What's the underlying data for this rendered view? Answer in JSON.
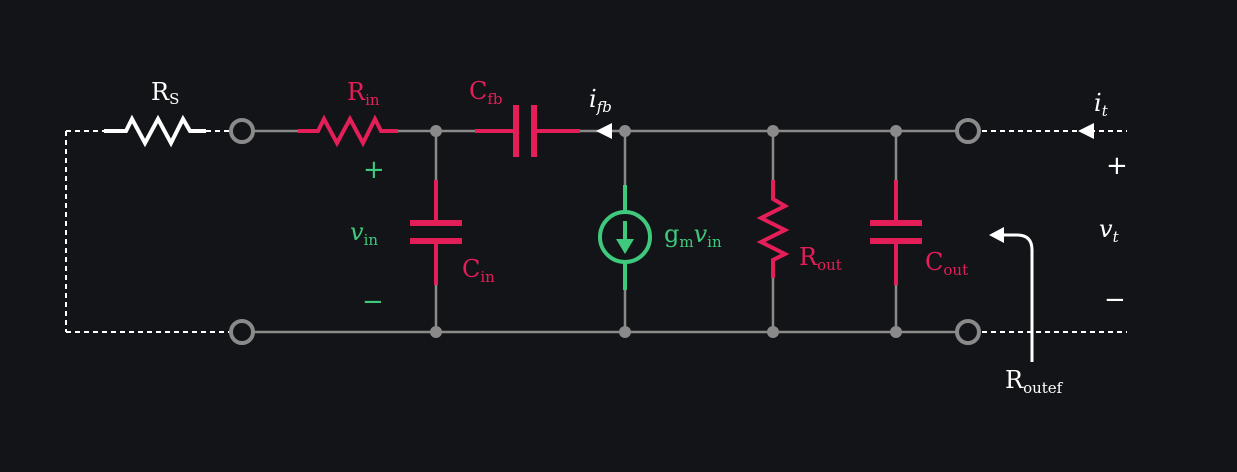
{
  "colors": {
    "background": "#131418",
    "wire": "#8a8a8a",
    "red": "#e31e58",
    "green": "#3ec97c",
    "white": "#ffffff"
  },
  "labels": {
    "rs": {
      "main": "R",
      "sub": "S"
    },
    "rin": {
      "main": "R",
      "sub": "in"
    },
    "cfb": {
      "main": "C",
      "sub": "fb"
    },
    "ifb": {
      "main": "i",
      "sub": "fb"
    },
    "it": {
      "main": "i",
      "sub": "t"
    },
    "vin": {
      "main": "v",
      "sub": "in"
    },
    "vin_plus": "+",
    "vin_minus": "−",
    "cin": {
      "main": "C",
      "sub": "in"
    },
    "gm": {
      "g": "g",
      "gsub": "m",
      "v": "v",
      "vsub": "in"
    },
    "rout": {
      "main": "R",
      "sub": "out"
    },
    "cout": {
      "main": "C",
      "sub": "out"
    },
    "vt": {
      "main": "v",
      "sub": "t"
    },
    "vt_plus": "+",
    "vt_minus": "−",
    "routef": {
      "main": "R",
      "sub": "outef"
    }
  },
  "icons": {
    "current_source": "dependent-current-source-icon",
    "port_terminal": "open-circle-terminal-icon",
    "junction": "junction-dot-icon"
  }
}
